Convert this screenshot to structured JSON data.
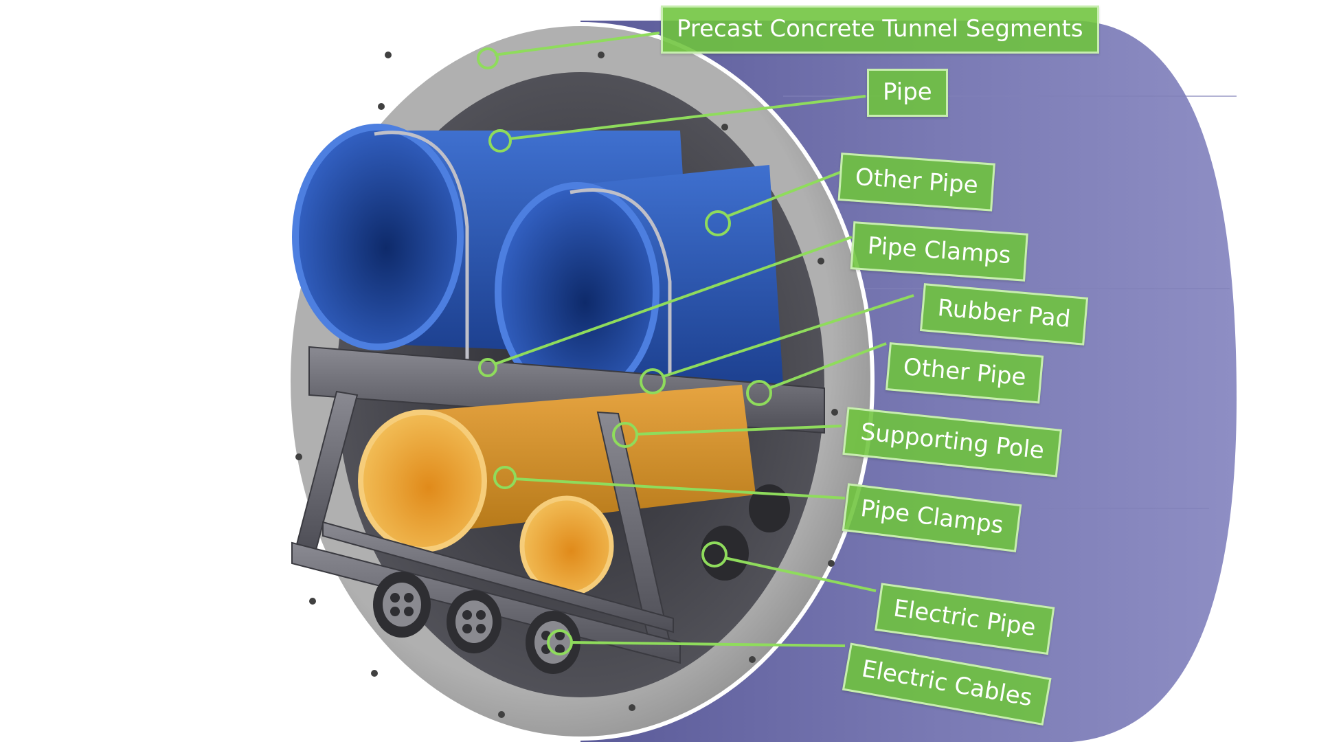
{
  "colors": {
    "label_fill": "#6ec43c",
    "label_border": "#c8eeb0",
    "leader_line": "#8fdc5c",
    "tunnel_shell": "#6f6fa8",
    "concrete": "#a4a4a4",
    "blue_pipe": "#2d59b8",
    "orange_pipe": "#e8a23a",
    "steel_frame": "#6b6b73",
    "cable": "#3a3a3e"
  },
  "labels": [
    {
      "id": "segments",
      "text": "Precast Concrete Tunnel Segments"
    },
    {
      "id": "pipe",
      "text": "Pipe"
    },
    {
      "id": "other_pipe_1",
      "text": "Other Pipe"
    },
    {
      "id": "pipe_clamps_1",
      "text": "Pipe Clamps"
    },
    {
      "id": "rubber_pad",
      "text": "Rubber Pad"
    },
    {
      "id": "other_pipe_2",
      "text": "Other Pipe"
    },
    {
      "id": "supporting_pole",
      "text": "Supporting Pole"
    },
    {
      "id": "pipe_clamps_2",
      "text": "Pipe Clamps"
    },
    {
      "id": "electric_pipe",
      "text": "Electric Pipe"
    },
    {
      "id": "electric_cables",
      "text": "Electric Cables"
    }
  ]
}
